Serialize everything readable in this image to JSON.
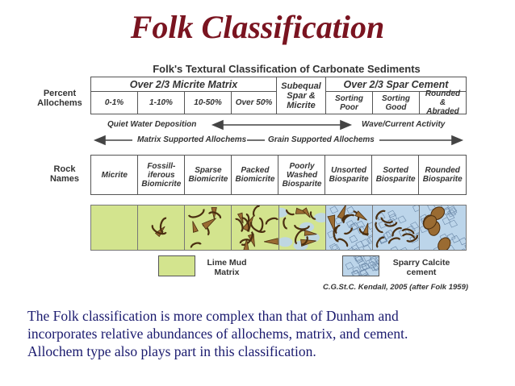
{
  "slide": {
    "title": "Folk Classification",
    "caption_lines": [
      "The Folk classification is more complex than that of Dunham and",
      "incorporates relative abundances of allochems, matrix, and cement.",
      "Allochem type also plays part in this classification."
    ]
  },
  "figure": {
    "title": "Folk's Textural Classification of Carbonate Sediments",
    "headers": {
      "micrite": "Over 2/3 Micrite Matrix",
      "subequal": [
        "Subequal",
        "Spar &",
        "Micrite"
      ],
      "spar": "Over 2/3 Spar Cement"
    },
    "percent_label": [
      "Percent",
      "Allochems"
    ],
    "percent_cells": [
      "0-1%",
      "1-10%",
      "10-50%",
      "Over 50%"
    ],
    "spar_cells": [
      [
        "Sorting",
        "Poor"
      ],
      [
        "Sorting",
        "Good"
      ],
      [
        "Rounded &",
        "Abraded"
      ]
    ],
    "arrows": {
      "quiet": "Quiet Water Deposition",
      "wave": "Wave/Current Activity",
      "matrix": "Matrix Supported Allochems",
      "grain": "Grain Supported Allochems"
    },
    "rock_label": [
      "Rock",
      "Names"
    ],
    "rock_names": [
      [
        "Micrite"
      ],
      [
        "Fossill-",
        "iferous",
        "Biomicrite"
      ],
      [
        "Sparse",
        "Biomicrite"
      ],
      [
        "Packed",
        "Biomicrite"
      ],
      [
        "Poorly",
        "Washed",
        "Biosparite"
      ],
      [
        "Unsorted",
        "Biosparite"
      ],
      [
        "Sorted",
        "Biosparite"
      ],
      [
        "Rounded",
        "Biosparite"
      ]
    ],
    "legend": {
      "lime_mud": [
        "Lime Mud",
        "Matrix"
      ],
      "spar": [
        "Sparry Calcite",
        "cement"
      ]
    },
    "credit": "C.G.St.C. Kendall, 2005 (after Folk 1959)",
    "colors": {
      "lime_mud": "#d3e48e",
      "spar": "#bcd5ea",
      "grain": "#9a6b32",
      "grain_dark": "#4a2e10",
      "title": "#7a1420",
      "caption": "#1a1a6e"
    }
  }
}
